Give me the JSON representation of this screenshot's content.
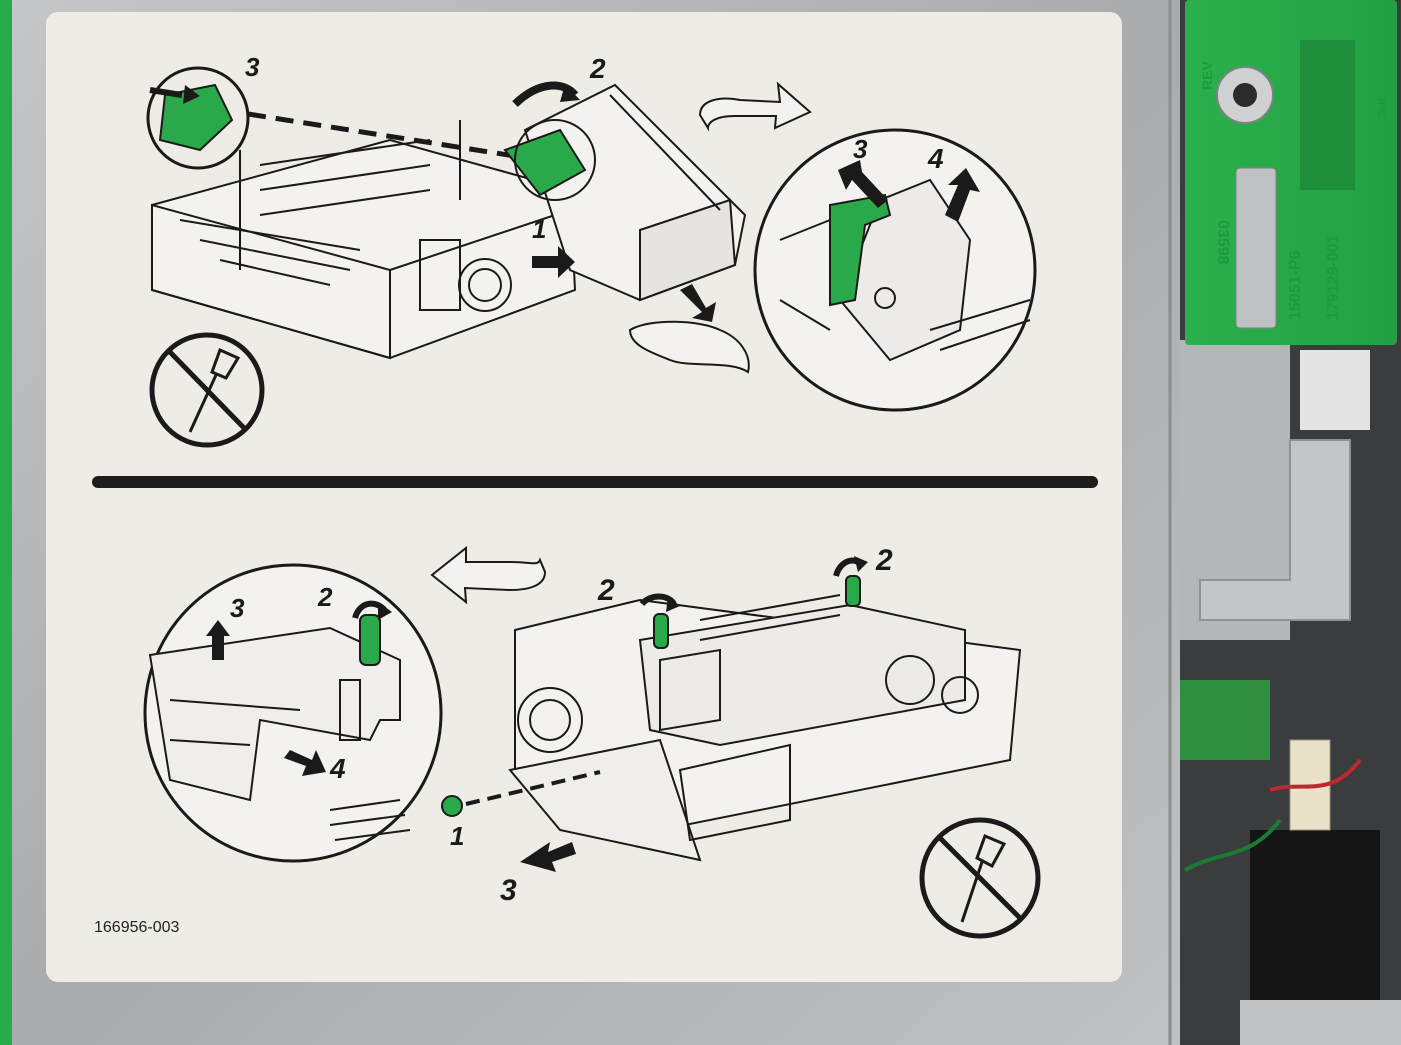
{
  "label": {
    "part_number": "166956-003",
    "top_steps": {
      "detail_step": "3",
      "rotate_step": "2",
      "push_step": "1",
      "lift_step_a": "3",
      "lift_step_b": "4"
    },
    "bottom_steps": {
      "detail_lift": "3",
      "detail_screw": "2",
      "detail_slide": "4",
      "screw_a": "2",
      "screw_b": "2",
      "thumbscrew": "1",
      "pull_out": "3"
    }
  },
  "bracket": {
    "text_rev": "REV",
    "text_mold": "03598",
    "text_code1": "15051-P6",
    "text_code2": "179129-001",
    "text_small": "JPC"
  },
  "colors": {
    "label_bg": "#efece8",
    "accent_green": "#2aa94a",
    "ink": "#1a1a1a",
    "metal": "#b7b9bb"
  }
}
